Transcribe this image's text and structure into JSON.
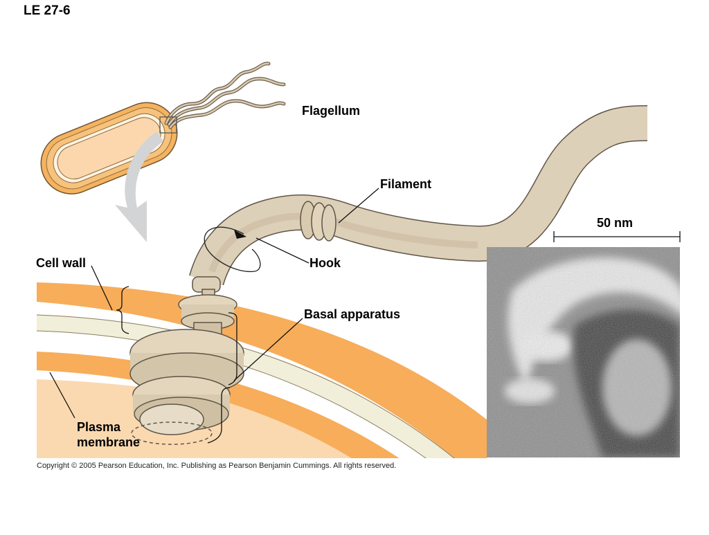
{
  "title": "LE 27-6",
  "labels": {
    "flagellum": "Flagellum",
    "filament": "Filament",
    "scale_bar": "50 nm",
    "cell_wall": "Cell wall",
    "hook": "Hook",
    "basal_apparatus": "Basal apparatus",
    "plasma_line1": "Plasma",
    "plasma_line2": "membrane"
  },
  "copyright": "Copyright ©  2005 Pearson Education, Inc. Publishing as Pearson Benjamin Cummings. All rights reserved.",
  "colors": {
    "cell_wall_orange": "#f7ad5a",
    "cream_layer": "#f1efd9",
    "cytoplasm": "#fbd9b0",
    "flagellum_tan": "#ddd0b8",
    "outline": "#5f5447",
    "arrow_gray": "#d3d4d5"
  }
}
